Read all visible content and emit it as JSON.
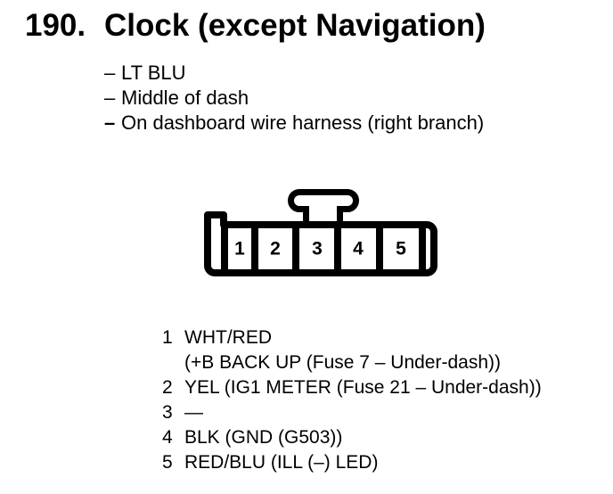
{
  "title": {
    "number": "190.",
    "text": "Clock (except Navigation)"
  },
  "notes": [
    {
      "dash": "–",
      "text": "LT BLU"
    },
    {
      "dash": "–",
      "text": "Middle of dash"
    },
    {
      "dash": "–",
      "text": "On dashboard wire harness (right branch)"
    }
  ],
  "connector": {
    "cells": [
      "1",
      "2",
      "3",
      "4",
      "5"
    ]
  },
  "pin_list": {
    "rows": [
      {
        "number": "1",
        "label": "WHT/RED",
        "label2": "(+B BACK UP (Fuse 7 – Under-dash))"
      },
      {
        "number": "2",
        "label": "YEL (IG1 METER (Fuse 21 – Under-dash))"
      },
      {
        "number": "3",
        "label": "—"
      },
      {
        "number": "4",
        "label": "BLK (GND (G503))"
      },
      {
        "number": "5",
        "label": "RED/BLU (ILL (–) LED)"
      }
    ]
  },
  "colors": {
    "ink": "#000000",
    "background": "#ffffff"
  }
}
